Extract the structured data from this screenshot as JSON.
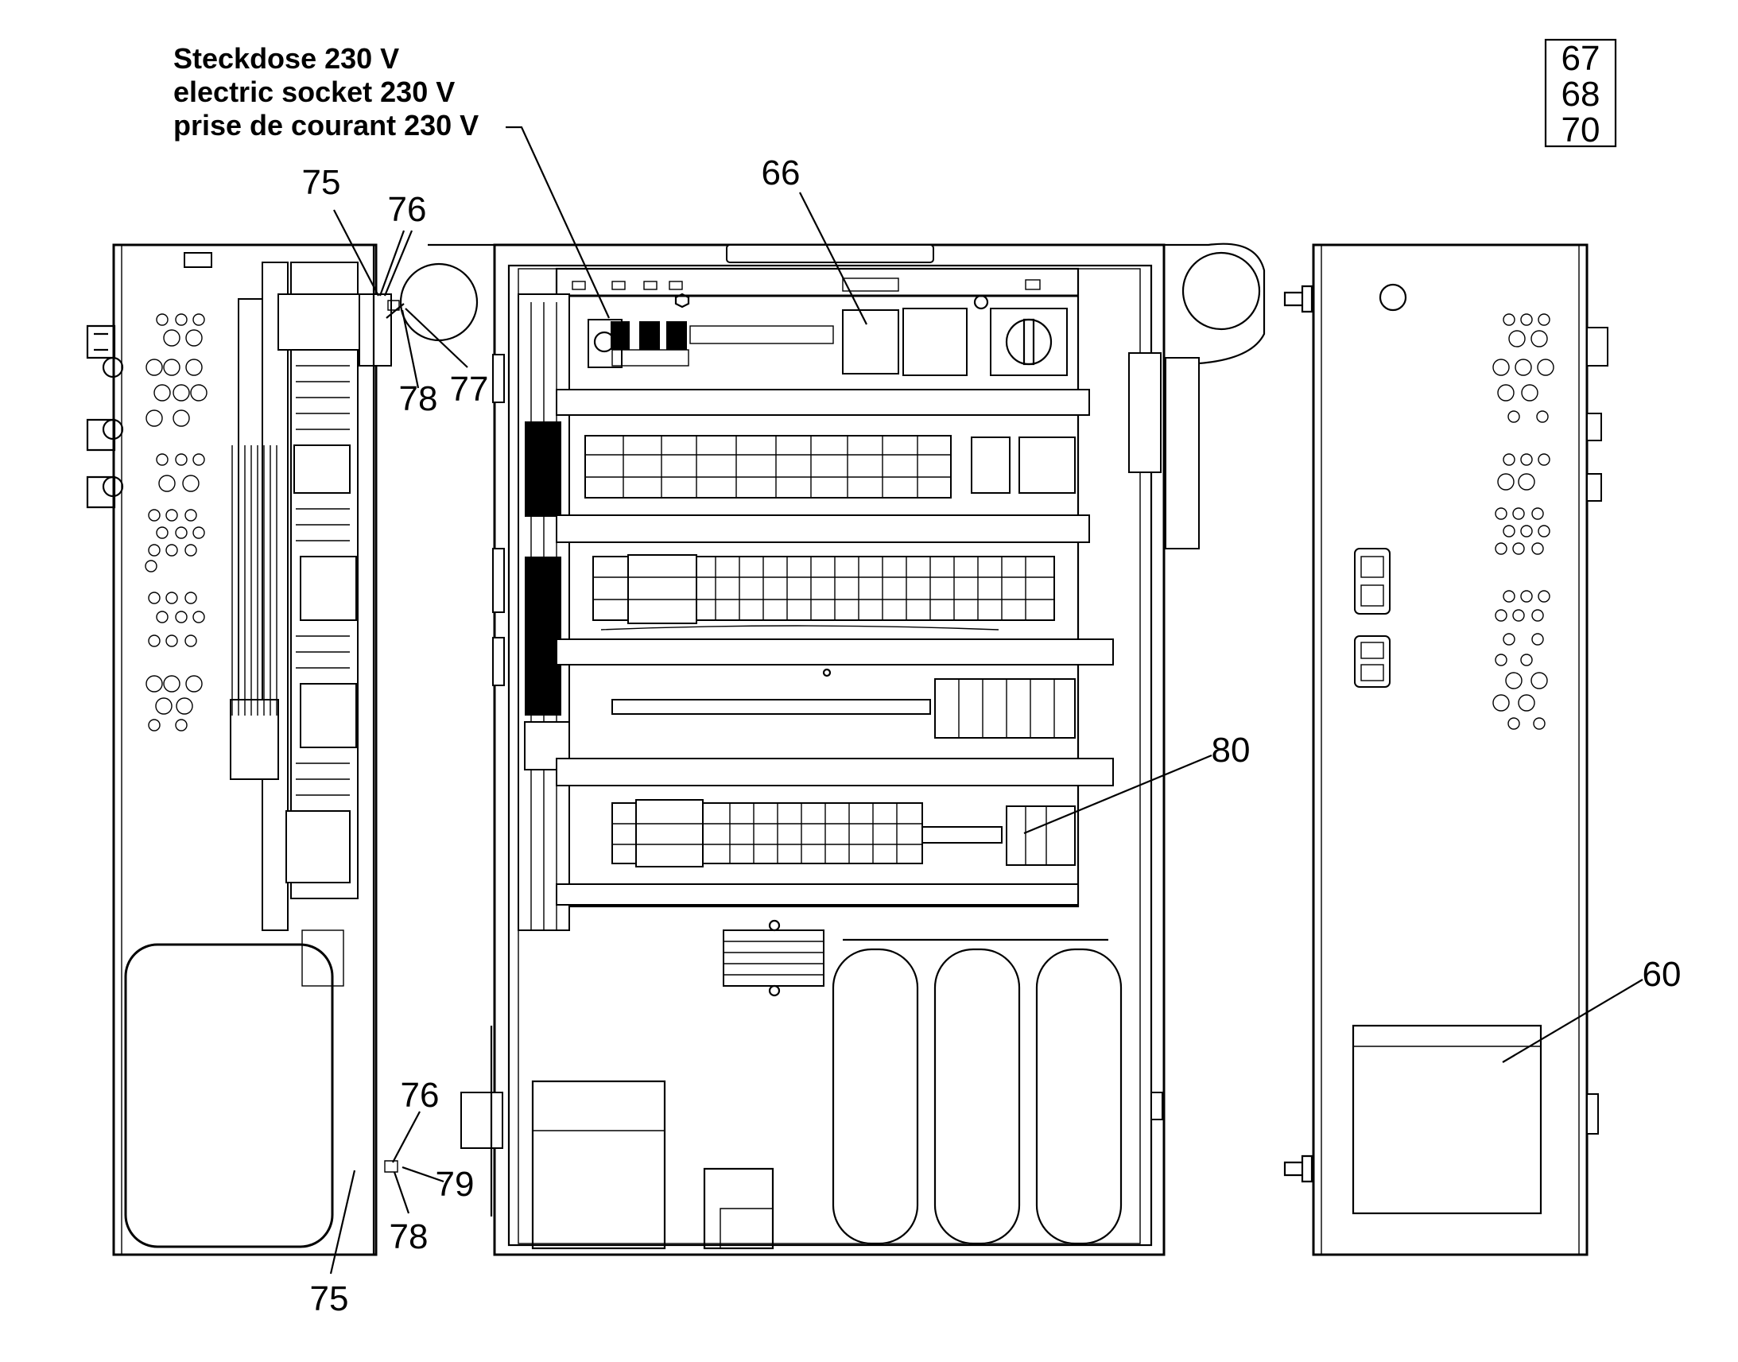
{
  "caption": {
    "de": "Steckdose 230 V",
    "en": "electric socket 230 V",
    "fr": "prise de courant 230 V"
  },
  "reference_box": [
    "67",
    "68",
    "70"
  ],
  "callouts": {
    "c75_top": "75",
    "c76_top": "76",
    "c77": "77",
    "c78_top": "78",
    "c66": "66",
    "c80": "80",
    "c60": "60",
    "c76_bottom": "76",
    "c79": "79",
    "c78_bottom": "78",
    "c75_bottom": "75"
  }
}
